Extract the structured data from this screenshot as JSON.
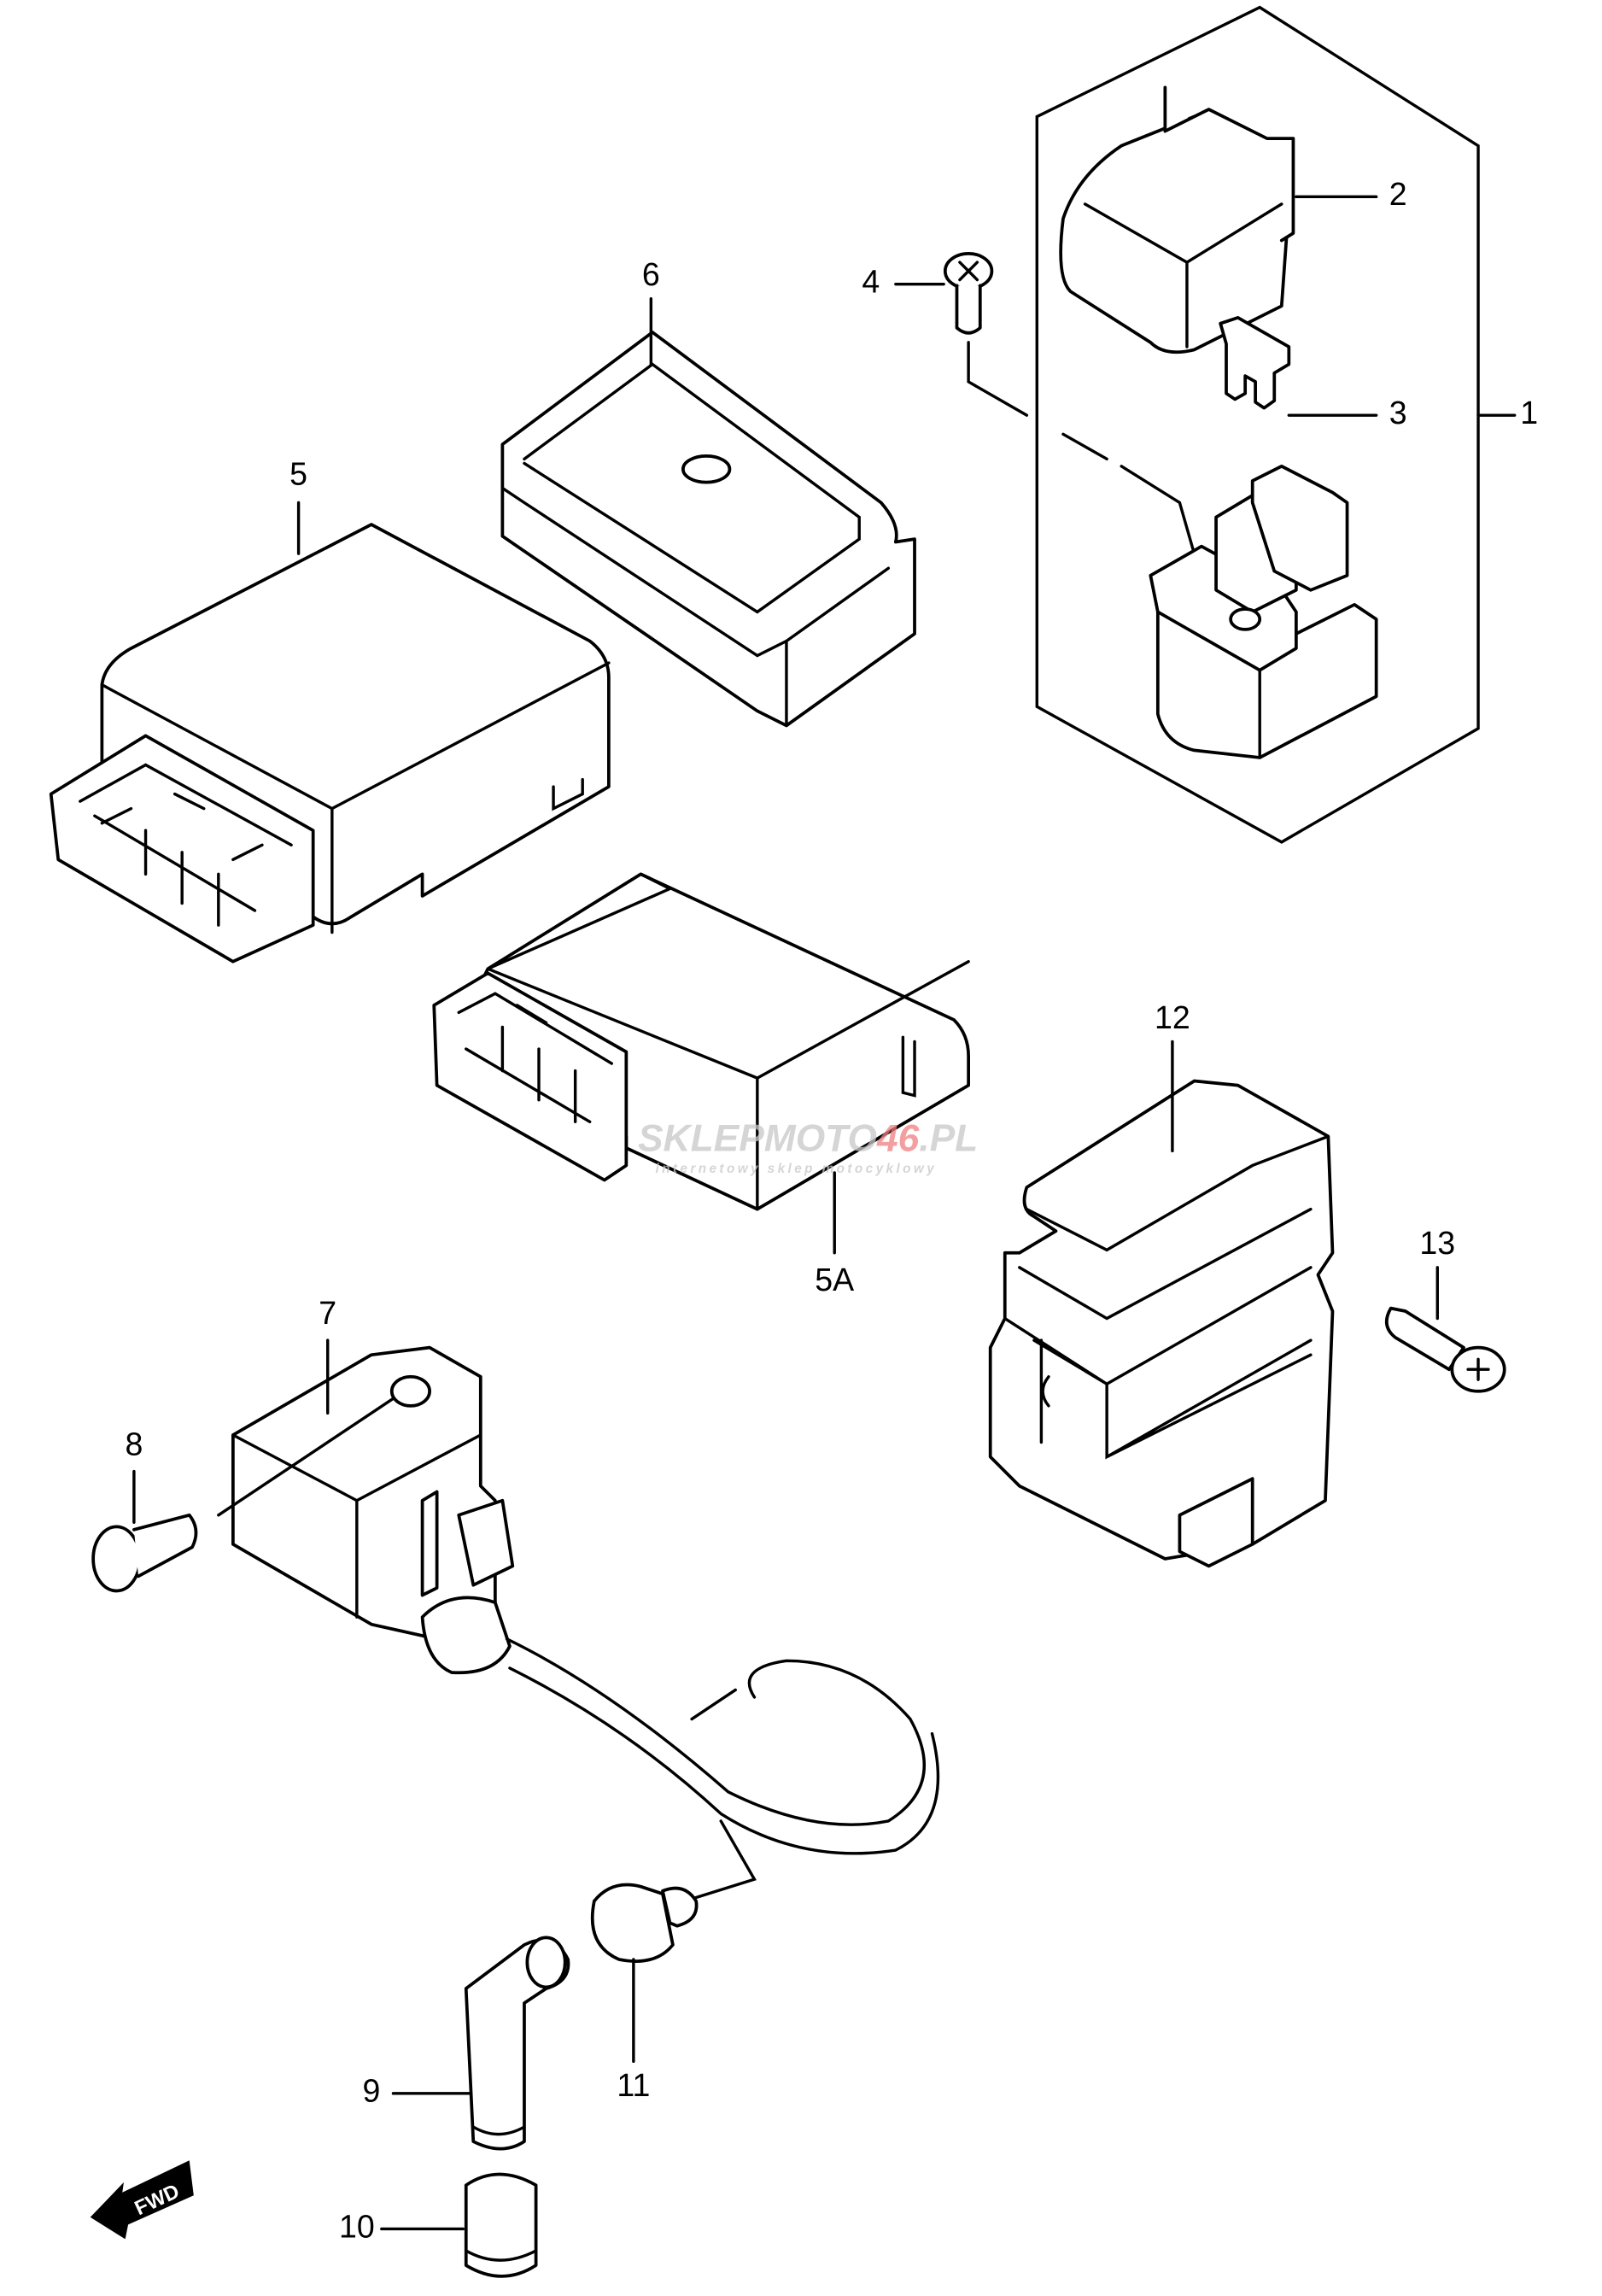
{
  "labels": {
    "p1": "1",
    "p2": "2",
    "p3": "3",
    "p4": "4",
    "p5": "5",
    "p5a": "5A",
    "p6": "6",
    "p7": "7",
    "p8": "8",
    "p9": "9",
    "p10": "10",
    "p11": "11",
    "p12": "12",
    "p13": "13"
  },
  "direction_marker": "FWD",
  "watermark": {
    "brand_a": "SKLEPMOTO",
    "brand_b": "46",
    "brand_c": ".PL",
    "tagline": "internetowy sklep motocyklowy",
    "accent_color": "#f08080"
  }
}
